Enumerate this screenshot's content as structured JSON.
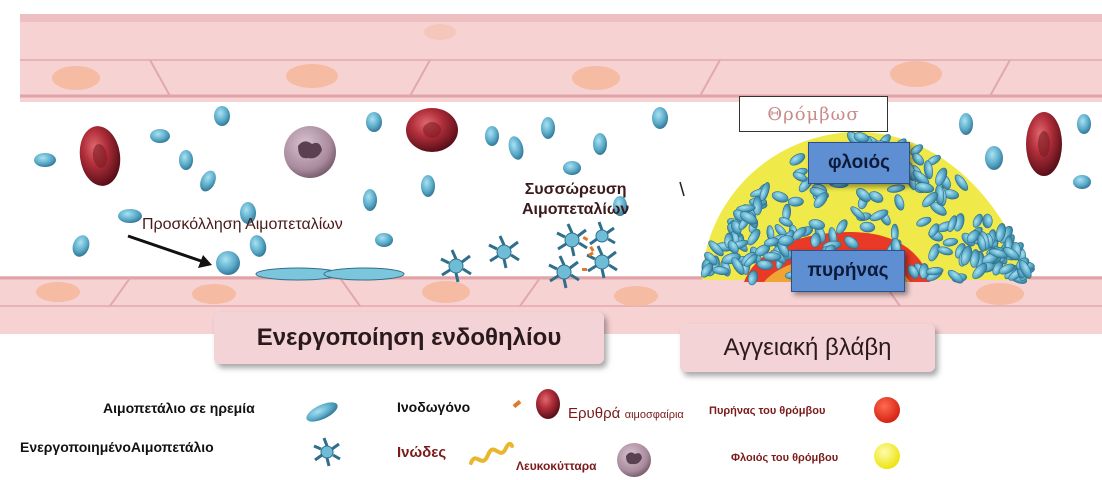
{
  "labels": {
    "thrombus": "Θρόμβωσ",
    "cortex": "φλοιός",
    "core": "πυρήνας",
    "platelet_adhesion": "Προσκόλληση Αιμοπεταλίων",
    "platelet_aggregation_line1": "Συσσώρευση",
    "platelet_aggregation_line2": "Αιμοπεταλίων",
    "endothelial_activation": "Ενεργοποίηση ενδοθηλίου",
    "vascular_damage": "Αγγειακή βλάβη"
  },
  "legend": {
    "resting_platelet": "Αιμοπετάλιο σε ηρεμία",
    "activated_platelet": "ΕνεργοποιημένοΑιμοπετάλιο",
    "fibrinogen": "Ινοδωγόνο",
    "fibrin": "Ινώδες",
    "rbc_main": "Ερυθρά",
    "rbc_small": "αιμοσφαίρια",
    "leukocytes": "Λευκοκύτταρα",
    "thrombus_core": "Πυρήνας του θρόμβου",
    "thrombus_cortex": "Φλοιός του θρόμβου"
  },
  "colors": {
    "vessel_wall": "#f6d2d3",
    "cell_nucleus": "#f4b79a",
    "platelet": "#5fb3cf",
    "rbc": "#a8303a",
    "leukocyte": "#b49aaa",
    "core_red": "#e8301e",
    "cortex_yellow": "#f6ee1a",
    "fibrin": "#e9b62c",
    "fibrinogen": "#e07a2a"
  },
  "icons": [
    "resting-platelet-icon",
    "activated-platelet-icon",
    "fibrinogen-icon",
    "fibrin-icon",
    "rbc-icon",
    "leukocyte-icon",
    "core-dot-icon",
    "cortex-dot-icon"
  ]
}
